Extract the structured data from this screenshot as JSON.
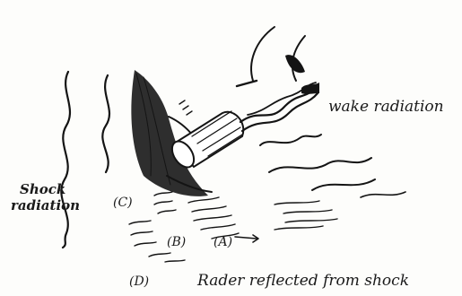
{
  "diagram": {
    "labels": {
      "wake": "wake radiation",
      "shock_line1": "Shock",
      "shock_line2": "radiation",
      "c": "(C)",
      "b": "(B)",
      "a": "(A)",
      "d": "(D)",
      "radar": "Rader reflected from shock"
    },
    "colors": {
      "ink": "#141414",
      "paper": "#fdfdfb"
    }
  }
}
